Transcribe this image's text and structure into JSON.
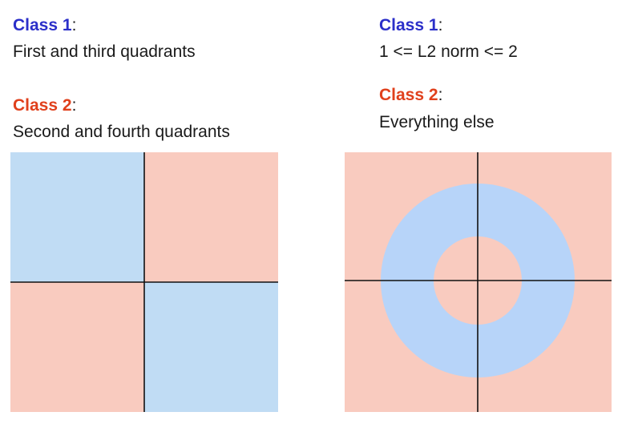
{
  "left": {
    "class1": {
      "label": "Class 1",
      "colon": ":",
      "description": "First and third quadrants"
    },
    "class2": {
      "label": "Class 2",
      "colon": ":",
      "description": "Second and fourth quadrants"
    }
  },
  "right": {
    "class1": {
      "label": "Class 1",
      "colon": ":",
      "description": "1 <= L2 norm <= 2"
    },
    "class2": {
      "label": "Class 2",
      "colon": ":",
      "description": "Everything else"
    }
  },
  "colors": {
    "class1_text": "#2b2fc9",
    "class2_text": "#e0401c",
    "class1_region": "#c0dcf4",
    "class2_region": "#f9cbbf",
    "ring_region": "#b7d4f9",
    "axis": "#111111"
  }
}
